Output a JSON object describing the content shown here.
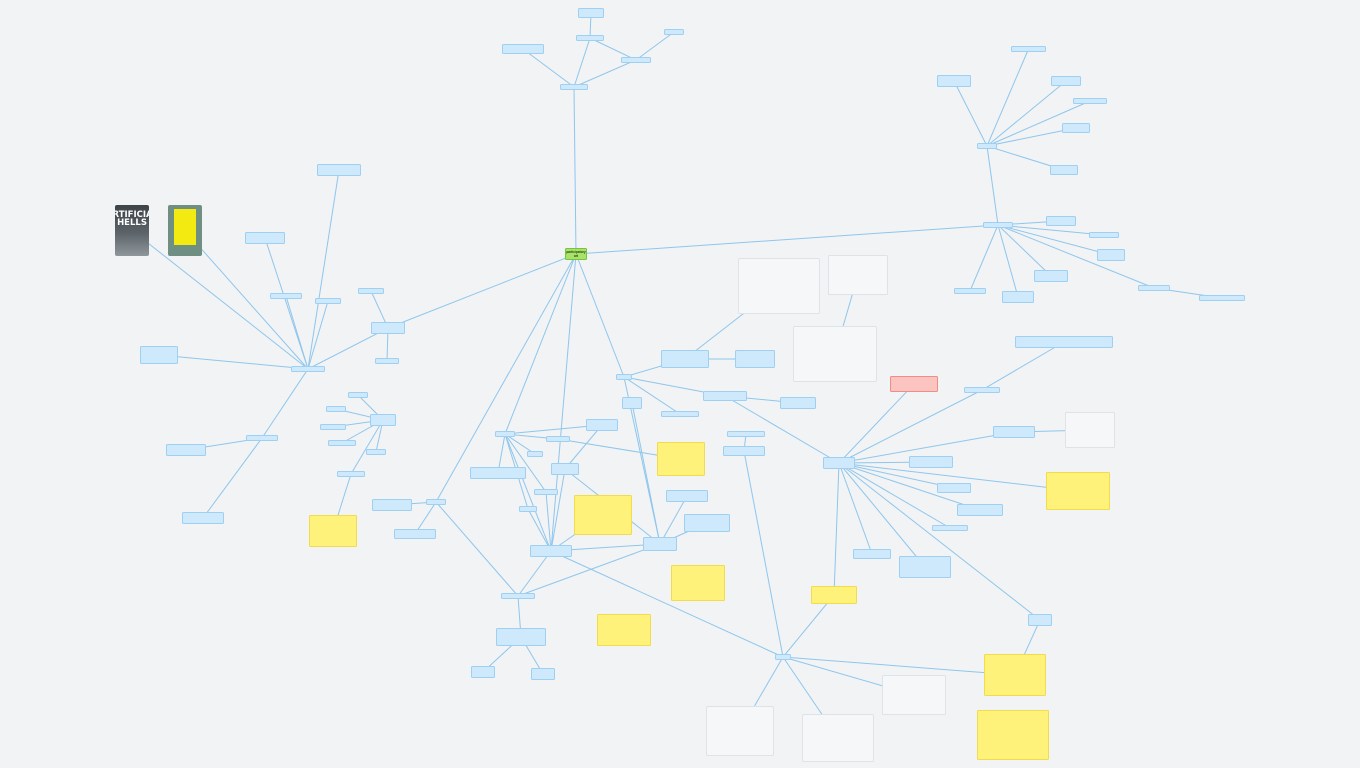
{
  "book_images": [
    {
      "id": "book1",
      "title": "ARTIFICIAL\nHELLS",
      "cover_color": "#4a5055"
    },
    {
      "id": "book2",
      "title": "",
      "cover_color": "#f3ea12"
    }
  ],
  "nodes": [
    {
      "id": "central",
      "text": "participatory\nart",
      "style": "green"
    },
    {
      "id": "n_top_hub",
      "text": "",
      "style": "blue"
    },
    {
      "id": "n_top1",
      "text": "",
      "style": "blue"
    },
    {
      "id": "n_top2",
      "text": "",
      "style": "blue"
    },
    {
      "id": "n_top3",
      "text": "",
      "style": "blue"
    },
    {
      "id": "n_top4",
      "text": "",
      "style": "blue"
    },
    {
      "id": "n_top5",
      "text": "",
      "style": "blue"
    },
    {
      "id": "n_top6",
      "text": "",
      "style": "blue"
    },
    {
      "id": "n_tr_hub",
      "text": "",
      "style": "blue"
    },
    {
      "id": "n_tr1",
      "text": "",
      "style": "blue"
    },
    {
      "id": "n_tr2",
      "text": "",
      "style": "blue"
    },
    {
      "id": "n_tr3",
      "text": "",
      "style": "blue"
    },
    {
      "id": "n_tr4",
      "text": "",
      "style": "blue"
    },
    {
      "id": "n_tr5",
      "text": "",
      "style": "blue"
    },
    {
      "id": "n_tr6",
      "text": "",
      "style": "blue"
    },
    {
      "id": "n_r_hub",
      "text": "",
      "style": "blue"
    },
    {
      "id": "n_r1",
      "text": "",
      "style": "blue"
    },
    {
      "id": "n_r2",
      "text": "",
      "style": "blue"
    },
    {
      "id": "n_r3",
      "text": "",
      "style": "blue"
    },
    {
      "id": "n_r4",
      "text": "",
      "style": "blue"
    },
    {
      "id": "n_r5",
      "text": "",
      "style": "blue"
    },
    {
      "id": "n_r6",
      "text": "",
      "style": "blue"
    },
    {
      "id": "n_r7",
      "text": "",
      "style": "blue"
    },
    {
      "id": "n_r8",
      "text": "",
      "style": "blue"
    },
    {
      "id": "n_r9",
      "text": "",
      "style": "blue"
    },
    {
      "id": "n_l_hub",
      "text": "",
      "style": "blue"
    },
    {
      "id": "n_l1",
      "text": "",
      "style": "blue"
    },
    {
      "id": "n_l2",
      "text": "",
      "style": "blue"
    },
    {
      "id": "n_l3",
      "text": "",
      "style": "blue"
    },
    {
      "id": "n_l4",
      "text": "",
      "style": "blue"
    },
    {
      "id": "n_l5",
      "text": "",
      "style": "blue"
    },
    {
      "id": "n_l6",
      "text": "",
      "style": "blue"
    },
    {
      "id": "n_l7",
      "text": "",
      "style": "blue"
    },
    {
      "id": "n_l8",
      "text": "",
      "style": "blue"
    },
    {
      "id": "n_l9",
      "text": "",
      "style": "blue"
    },
    {
      "id": "n_ll_hub",
      "text": "",
      "style": "blue"
    },
    {
      "id": "n_ll1",
      "text": "",
      "style": "blue"
    },
    {
      "id": "n_ll2",
      "text": "",
      "style": "blue"
    },
    {
      "id": "n_ll3",
      "text": "",
      "style": "blue"
    },
    {
      "id": "n_ll4",
      "text": "",
      "style": "blue"
    },
    {
      "id": "n_ll5",
      "text": "",
      "style": "blue"
    },
    {
      "id": "n_ll6",
      "text": "",
      "style": "blue"
    },
    {
      "id": "n_ll7",
      "text": "",
      "style": "blue"
    },
    {
      "id": "n_ll8",
      "text": "",
      "style": "blue"
    },
    {
      "id": "n_ll9",
      "text": "",
      "style": "blue"
    },
    {
      "id": "n_ll_note",
      "text": "",
      "style": "yellow"
    },
    {
      "id": "n_c_hub",
      "text": "",
      "style": "blue"
    },
    {
      "id": "n_c1",
      "text": "",
      "style": "blue"
    },
    {
      "id": "n_c2",
      "text": "",
      "style": "blue"
    },
    {
      "id": "n_c3",
      "text": "",
      "style": "blue"
    },
    {
      "id": "n_c4",
      "text": "",
      "style": "blue"
    },
    {
      "id": "n_c5",
      "text": "",
      "style": "blue"
    },
    {
      "id": "n_c_note1",
      "text": "",
      "style": "gray"
    },
    {
      "id": "n_c_note2",
      "text": "",
      "style": "gray"
    },
    {
      "id": "n_c_note3",
      "text": "",
      "style": "gray"
    },
    {
      "id": "n_c_yellow1",
      "text": "",
      "style": "yellow"
    },
    {
      "id": "n_g_hub",
      "text": "",
      "style": "blue"
    },
    {
      "id": "n_g1",
      "text": "",
      "style": "blue"
    },
    {
      "id": "n_g2",
      "text": "",
      "style": "blue"
    },
    {
      "id": "n_g3",
      "text": "",
      "style": "blue"
    },
    {
      "id": "n_g4",
      "text": "",
      "style": "blue"
    },
    {
      "id": "n_g5",
      "text": "",
      "style": "blue"
    },
    {
      "id": "n_g6",
      "text": "",
      "style": "blue"
    },
    {
      "id": "n_g7",
      "text": "",
      "style": "blue"
    },
    {
      "id": "n_g8",
      "text": "",
      "style": "blue"
    },
    {
      "id": "n_g9",
      "text": "",
      "style": "blue"
    },
    {
      "id": "n_pc",
      "text": "",
      "style": "blue"
    },
    {
      "id": "n_g_yellow1",
      "text": "",
      "style": "yellow"
    },
    {
      "id": "n_g_yellow2",
      "text": "",
      "style": "yellow"
    },
    {
      "id": "n_g_yellow3",
      "text": "",
      "style": "yellow"
    },
    {
      "id": "n_g_yellow4",
      "text": "",
      "style": "yellow"
    },
    {
      "id": "n_ts",
      "text": "",
      "style": "blue"
    },
    {
      "id": "n_ts1",
      "text": "",
      "style": "blue"
    },
    {
      "id": "n_ts2",
      "text": "",
      "style": "blue"
    },
    {
      "id": "n_bl_hub",
      "text": "",
      "style": "blue"
    },
    {
      "id": "n_bl1",
      "text": "",
      "style": "blue"
    },
    {
      "id": "n_bl2",
      "text": "",
      "style": "blue"
    },
    {
      "id": "n_bl3",
      "text": "",
      "style": "blue"
    },
    {
      "id": "n_bl4",
      "text": "",
      "style": "blue"
    },
    {
      "id": "n_bl_yellow",
      "text": "",
      "style": "yellow"
    },
    {
      "id": "n_red",
      "text": "",
      "style": "red"
    },
    {
      "id": "n_mr_hub",
      "text": "",
      "style": "blue"
    },
    {
      "id": "n_mr1",
      "text": "",
      "style": "blue"
    },
    {
      "id": "n_mr2",
      "text": "",
      "style": "blue"
    },
    {
      "id": "n_mr3",
      "text": "",
      "style": "blue"
    },
    {
      "id": "n_mr4",
      "text": "",
      "style": "blue"
    },
    {
      "id": "n_mr5",
      "text": "",
      "style": "blue"
    },
    {
      "id": "n_mr6",
      "text": "",
      "style": "blue"
    },
    {
      "id": "n_mr7",
      "text": "",
      "style": "blue"
    },
    {
      "id": "n_mr8",
      "text": "",
      "style": "blue"
    },
    {
      "id": "n_mr9",
      "text": "",
      "style": "blue"
    },
    {
      "id": "n_mr10",
      "text": "",
      "style": "blue"
    },
    {
      "id": "n_mr11",
      "text": "",
      "style": "blue"
    },
    {
      "id": "n_mr_gray",
      "text": "",
      "style": "gray"
    },
    {
      "id": "n_mr_yellow",
      "text": "",
      "style": "yellow"
    },
    {
      "id": "n_mr_yellow2",
      "text": "",
      "style": "yellow"
    },
    {
      "id": "n_b_hub",
      "text": "",
      "style": "blue"
    },
    {
      "id": "n_b_gray1",
      "text": "",
      "style": "gray"
    },
    {
      "id": "n_b_gray2",
      "text": "",
      "style": "gray"
    },
    {
      "id": "n_b_gray3",
      "text": "",
      "style": "gray"
    },
    {
      "id": "n_br1",
      "text": "",
      "style": "blue"
    },
    {
      "id": "n_br_yellow1",
      "text": "",
      "style": "yellow"
    },
    {
      "id": "n_br_yellow2",
      "text": "",
      "style": "yellow"
    }
  ]
}
